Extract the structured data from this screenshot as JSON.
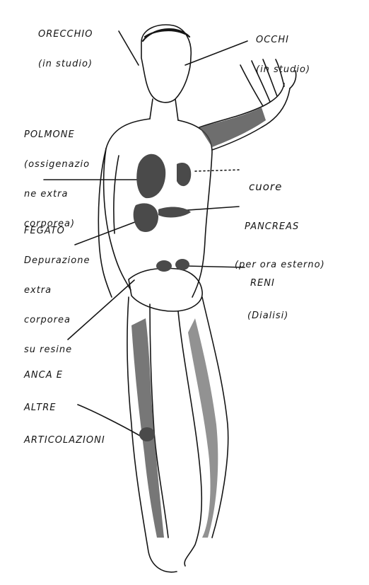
{
  "colors": {
    "ink": "#151515",
    "shade": "#4a4a4a",
    "paper": "#ffffff"
  },
  "labels": {
    "orecchio": {
      "line1": "ORECCHIO",
      "line2": "(in studio)"
    },
    "occhi": {
      "line1": "OCCHI",
      "line2": "(in studio)"
    },
    "polmone": {
      "line1": "POLMONE",
      "line2": "(ossigenazio",
      "line3": "ne extra",
      "line4": "corporea)"
    },
    "cuore": {
      "line1": "cuore"
    },
    "fegato": {
      "line1": "FEGATO",
      "line2": "Depurazione",
      "line3": "extra",
      "line4": "corporea",
      "line5": "su resine"
    },
    "pancreas": {
      "line1": "PANCREAS",
      "line2": "(per ora esterno)"
    },
    "reni": {
      "line1": "RENI",
      "line2": "(Dialisi)"
    },
    "anca": {
      "line1": "ANCA E",
      "line2": "ALTRE",
      "line3": "ARTICOLAZIONI"
    }
  }
}
